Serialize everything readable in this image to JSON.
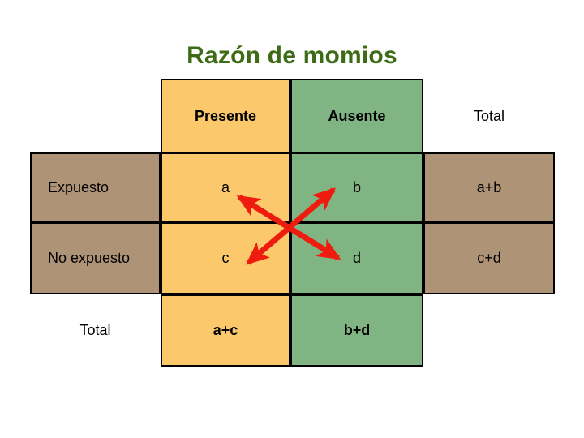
{
  "title": "Razón de momios",
  "table": {
    "column_headers": [
      "Presente",
      "Ausente",
      "Total"
    ],
    "row_headers": [
      "Expuesto",
      "No expuesto",
      "Total"
    ],
    "corner_label": "",
    "rows": [
      {
        "header": "Expuesto",
        "cells": [
          "a",
          "b",
          "a+b"
        ]
      },
      {
        "header": "No expuesto",
        "cells": [
          "c",
          "d",
          "c+d"
        ]
      },
      {
        "header": "Total",
        "cells": [
          "a+c",
          "b+d",
          ""
        ]
      }
    ]
  },
  "colors": {
    "title_green": "#3d6b16",
    "present_column": "#fbc96c",
    "absent_column": "#80b482",
    "header_brown": "#ae9376",
    "arrow_red": "#ee1c0e",
    "border": "#000000",
    "background": "#ffffff"
  },
  "annotations": {
    "arrows": [
      {
        "name": "arrow-a-to-d",
        "from": "a",
        "to": "d",
        "style": "double-headed"
      },
      {
        "name": "arrow-c-to-b",
        "from": "c",
        "to": "b",
        "style": "double-headed"
      }
    ],
    "meaning": "cross-product a*d / b*c"
  }
}
